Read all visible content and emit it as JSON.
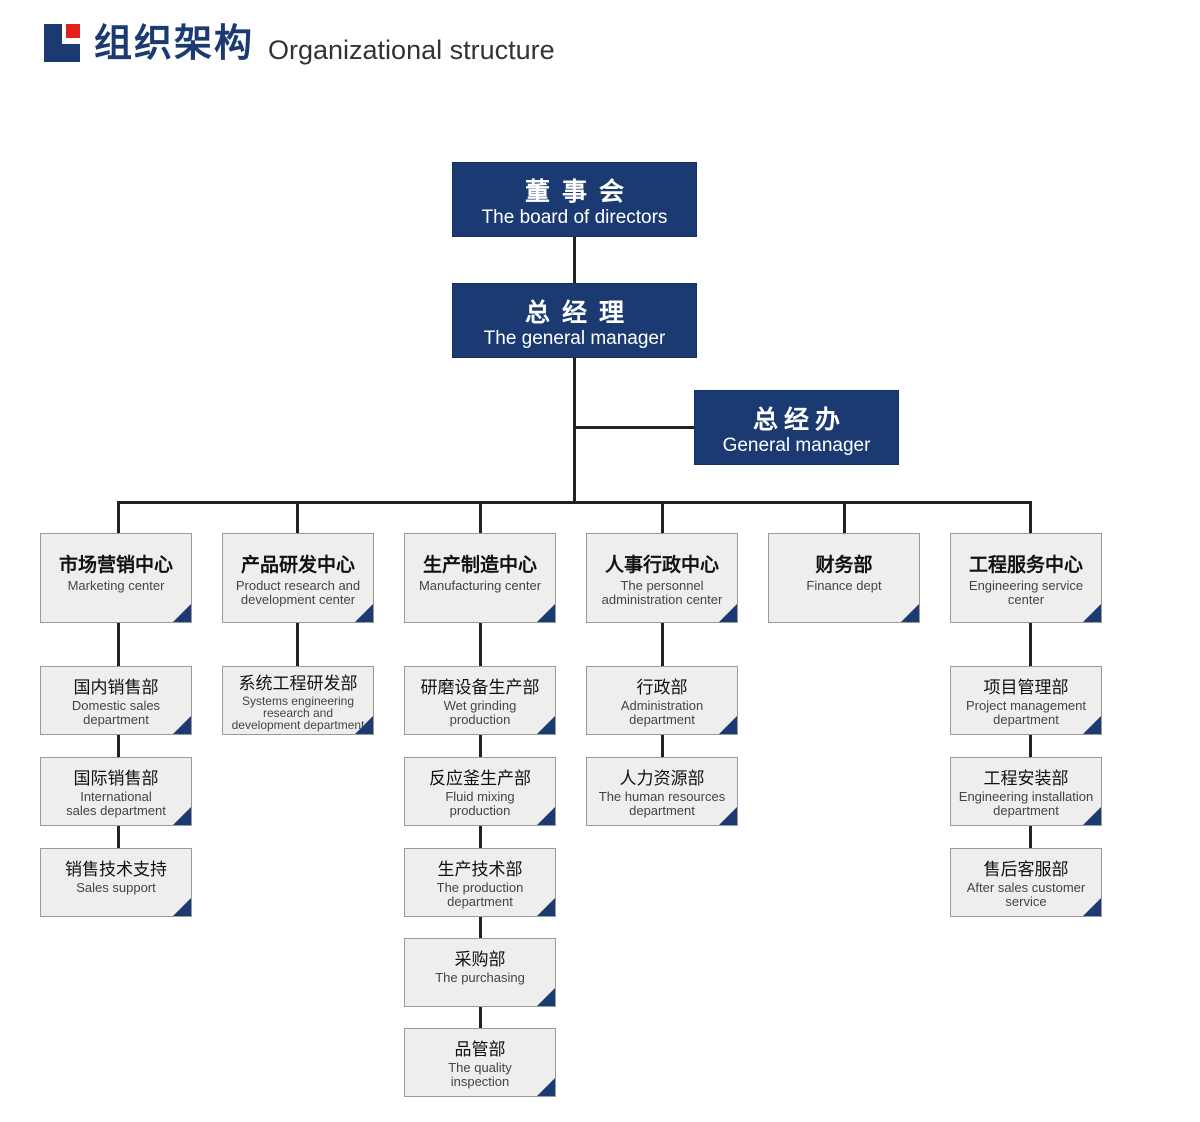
{
  "header": {
    "title_cn": "组织架构",
    "title_en": "Organizational structure"
  },
  "colors": {
    "brand_blue": "#1c3a72",
    "brand_red": "#e0201a",
    "box_grey": "#eeeeee"
  },
  "board": {
    "cn": "董事会",
    "en": "The board of directors"
  },
  "gm": {
    "cn": "总经理",
    "en": "The general manager"
  },
  "gm_office": {
    "cn": "总经办",
    "en": "General manager"
  },
  "centers": [
    {
      "cn": "市场营销中心",
      "en": "Marketing center",
      "depts": [
        {
          "cn": "国内销售部",
          "en": "Domestic sales\ndepartment"
        },
        {
          "cn": "国际销售部",
          "en": "International\nsales department"
        },
        {
          "cn": "销售技术支持",
          "en": "Sales support"
        }
      ]
    },
    {
      "cn": "产品研发中心",
      "en": "Product research and\ndevelopment center",
      "depts": [
        {
          "cn": "系统工程研发部",
          "en": "Systems engineering\nresearch and\ndevelopment department"
        }
      ]
    },
    {
      "cn": "生产制造中心",
      "en": "Manufacturing center",
      "depts": [
        {
          "cn": "研磨设备生产部",
          "en": "Wet grinding\nproduction"
        },
        {
          "cn": "反应釜生产部",
          "en": "Fluid mixing\nproduction"
        },
        {
          "cn": "生产技术部",
          "en": "The production\ndepartment"
        },
        {
          "cn": "采购部",
          "en": "The purchasing"
        },
        {
          "cn": "品管部",
          "en": "The quality\ninspection"
        }
      ]
    },
    {
      "cn": "人事行政中心",
      "en": "The personnel\nadministration center",
      "depts": [
        {
          "cn": "行政部",
          "en": "Administration\ndepartment"
        },
        {
          "cn": "人力资源部",
          "en": "The human resources\ndepartment"
        }
      ]
    },
    {
      "cn": "财务部",
      "en": "Finance dept",
      "depts": []
    },
    {
      "cn": "工程服务中心",
      "en": "Engineering service\ncenter",
      "depts": [
        {
          "cn": "项目管理部",
          "en": "Project management\ndepartment"
        },
        {
          "cn": "工程安装部",
          "en": "Engineering installation\ndepartment"
        },
        {
          "cn": "售后客服部",
          "en": "After sales customer\nservice"
        }
      ]
    }
  ]
}
